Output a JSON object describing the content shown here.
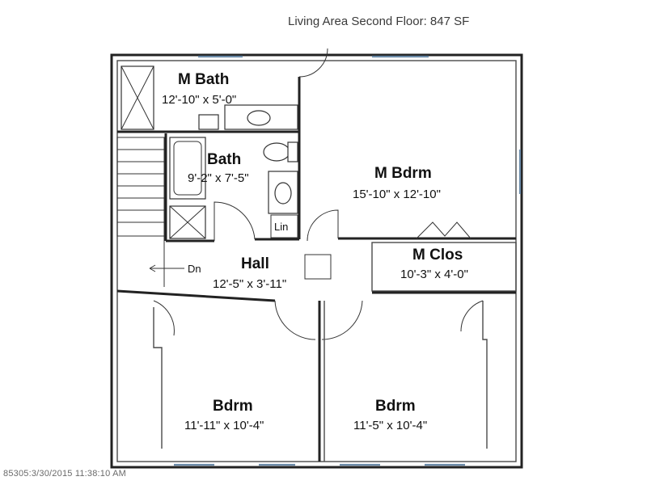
{
  "header": {
    "title": "Living Area Second Floor: 847 SF"
  },
  "rooms": {
    "m_bath": {
      "name": "M Bath",
      "dims": "12'-10\" x 5'-0\""
    },
    "bath": {
      "name": "Bath",
      "dims": "9'-2\" x 7'-5\""
    },
    "m_bdrm": {
      "name": "M Bdrm",
      "dims": "15'-10\" x 12'-10\""
    },
    "m_clos": {
      "name": "M Clos",
      "dims": "10'-3\" x 4'-0\""
    },
    "hall": {
      "name": "Hall",
      "dims": "12'-5\" x 3'-11\""
    },
    "bdrm_left": {
      "name": "Bdrm",
      "dims": "11'-11\" x 10'-4\""
    },
    "bdrm_right": {
      "name": "Bdrm",
      "dims": "11'-5\" x 10'-4\""
    }
  },
  "annotations": {
    "stairs_down": "Dn",
    "linen": "Lin"
  },
  "footer": {
    "stamp": "85305:3/30/2015 11:38:10 AM"
  },
  "colors": {
    "wall": "#222222",
    "window": "#6a8aa8",
    "background": "#ffffff"
  }
}
